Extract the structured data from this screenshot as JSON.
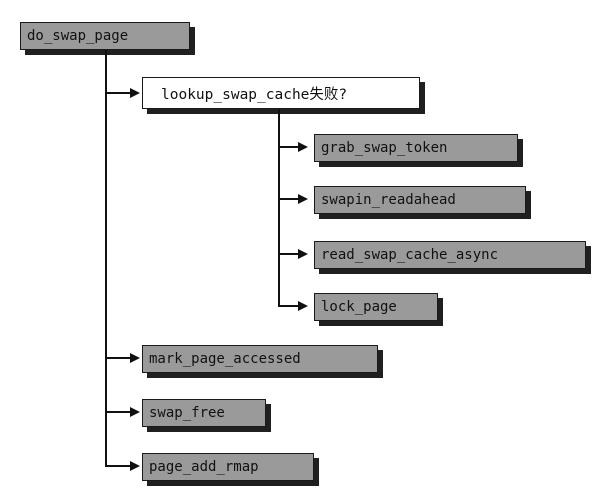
{
  "diagram": {
    "root": {
      "label": "do_swap_page"
    },
    "decision": {
      "label": "lookup_swap_cache失败?"
    },
    "sub_calls": [
      {
        "label": "grab_swap_token"
      },
      {
        "label": "swapin_readahead"
      },
      {
        "label": "read_swap_cache_async"
      },
      {
        "label": "lock_page"
      }
    ],
    "main_calls": [
      {
        "label": "mark_page_accessed"
      },
      {
        "label": "swap_free"
      },
      {
        "label": "page_add_rmap"
      }
    ],
    "colors": {
      "function_box": "#9a9a9a",
      "decision_box": "#ffffff",
      "lines": "#111111"
    }
  }
}
